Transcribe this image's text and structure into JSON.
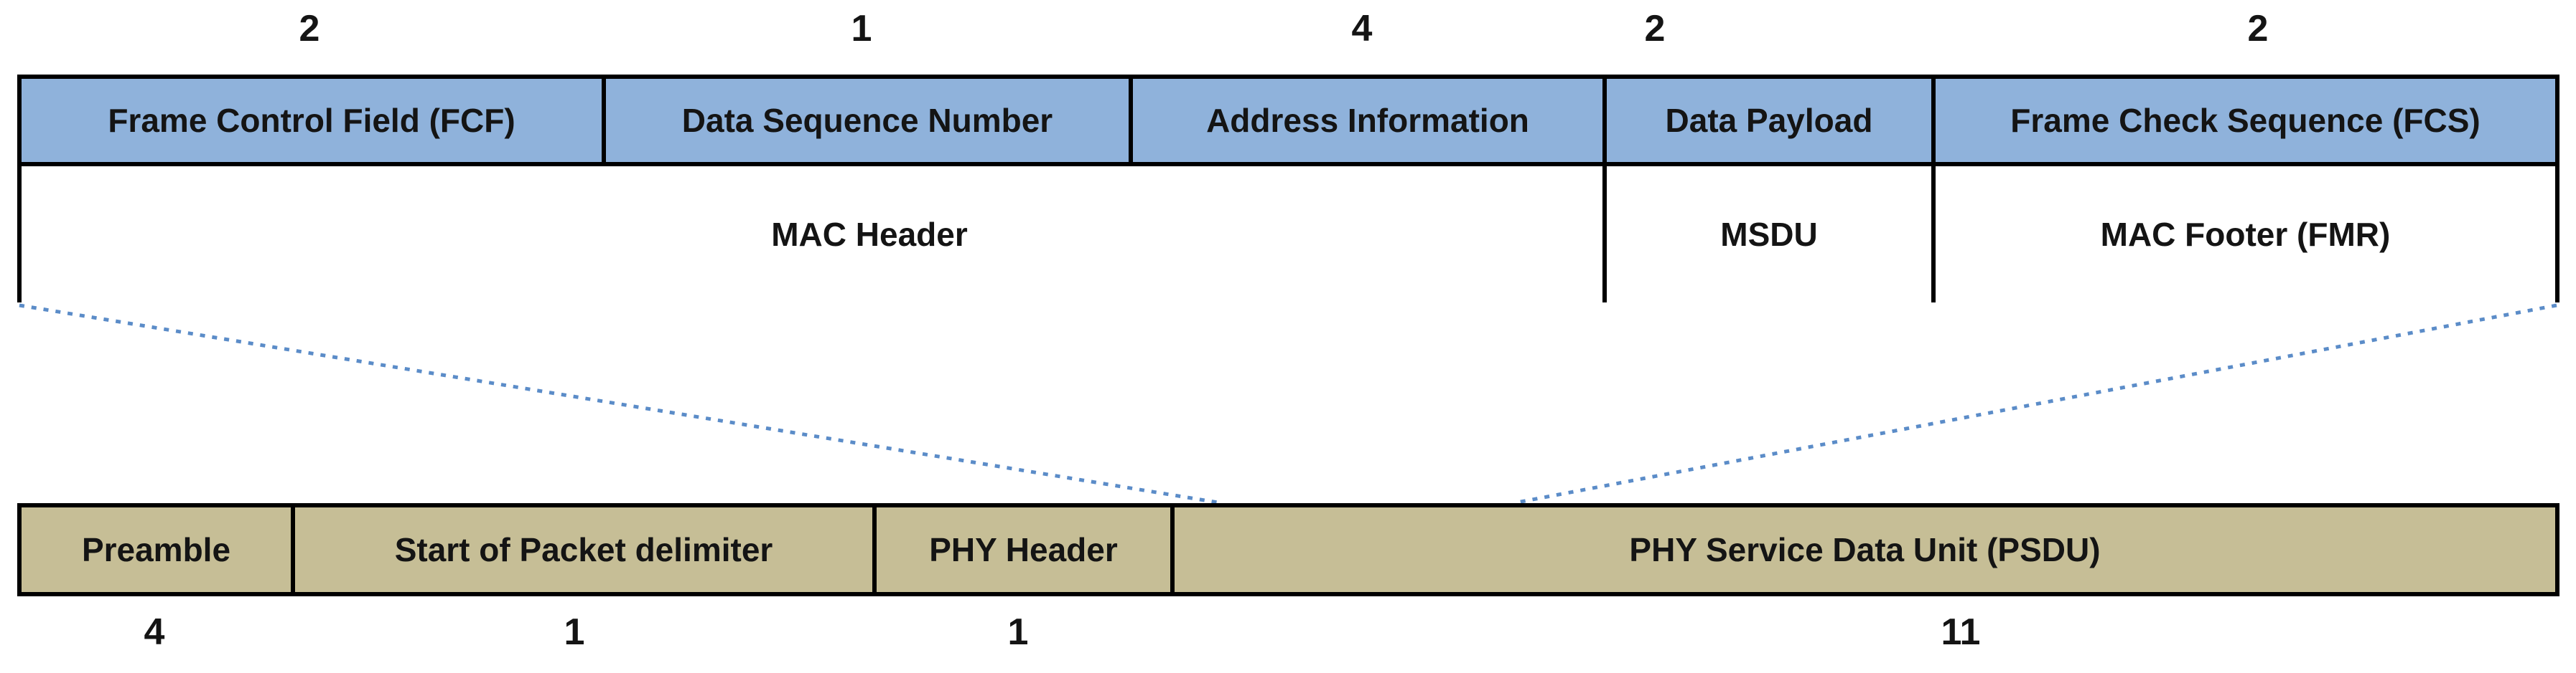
{
  "mac_frame": {
    "byte_counts": [
      "2",
      "1",
      "4",
      "2",
      "2"
    ],
    "fields": [
      "Frame Control Field (FCF)",
      "Data Sequence Number",
      "Address Information",
      "Data Payload",
      "Frame Check Sequence (FCS)"
    ],
    "groups": [
      "MAC Header",
      "MSDU",
      "MAC Footer (FMR)"
    ]
  },
  "phy_frame": {
    "fields": [
      "Preamble",
      "Start of Packet delimiter",
      "PHY Header",
      "PHY Service Data Unit (PSDU)"
    ],
    "byte_counts": [
      "4",
      "1",
      "1",
      "11"
    ]
  },
  "colors": {
    "mac_row_fill": "#8FB2DB",
    "phy_row_fill": "#C6BE96",
    "border": "#000000",
    "connector_line": "#5B8CC8",
    "text": "#141414"
  }
}
